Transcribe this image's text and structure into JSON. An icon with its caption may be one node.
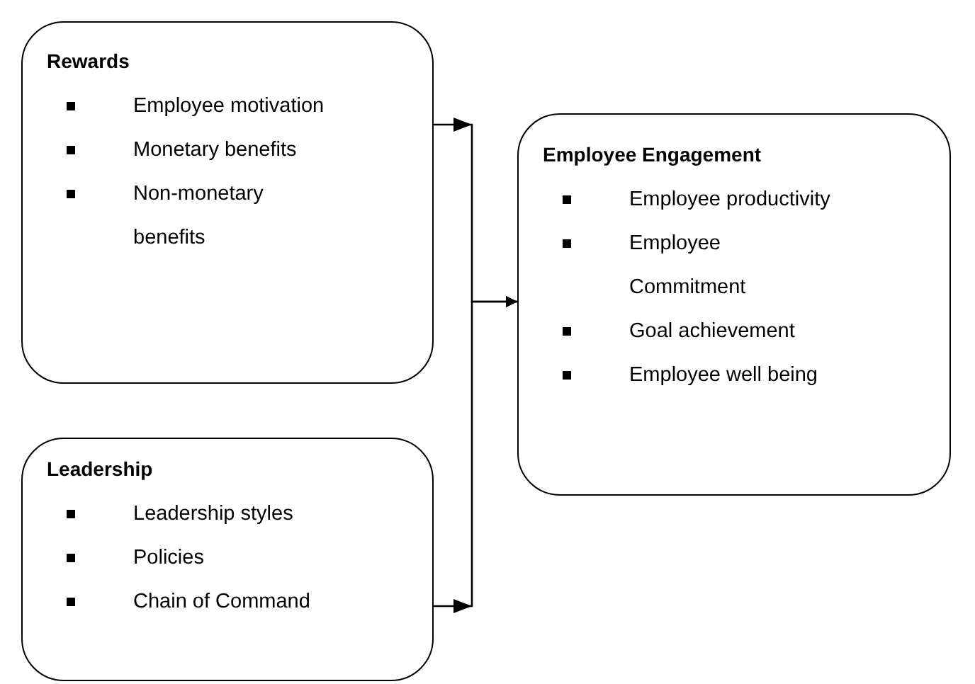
{
  "diagram": {
    "nodes": [
      {
        "text": [
          "Rewards",
          "Employee motivation",
          "Monetary benefits",
          "Non-monetary benefits"
        ]
      },
      {
        "text": [
          "Leadership",
          "Leadership styles",
          "Policies",
          "Chain of Command"
        ]
      },
      {
        "text": [
          "Employee Engagement",
          "Employee productivity",
          "Employee Commitment",
          "Goal achievement",
          "Employee well being"
        ]
      }
    ],
    "edges": [
      {
        "from": 0,
        "to": 2,
        "arrow": "to"
      },
      {
        "from": 1,
        "to": 2,
        "arrow": "to"
      }
    ]
  }
}
